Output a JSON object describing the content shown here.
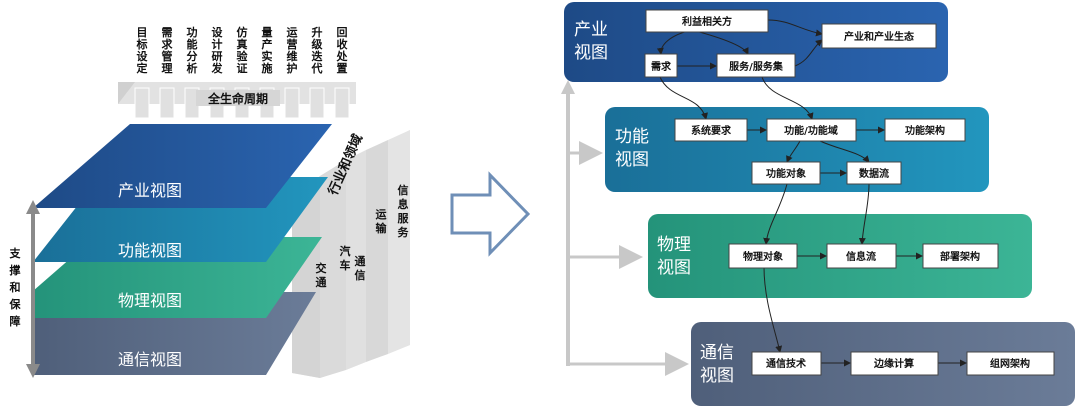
{
  "lifecycle": {
    "title": "全生命周期",
    "stages": [
      "目标设定",
      "需求管理",
      "功能分析",
      "设计研发",
      "仿真验证",
      "量产实施",
      "运营维护",
      "升级迭代",
      "回收处置"
    ]
  },
  "industry": {
    "title": "行业和领域",
    "domains": [
      "交通",
      "汽车",
      "通信",
      "运输",
      "信息服务"
    ]
  },
  "support_label": "支撑和保障",
  "layers": [
    "产业视图",
    "功能视图",
    "物理视图",
    "通信视图"
  ],
  "colors": {
    "industry": "#1f4e8c",
    "function": "#1b7fa6",
    "physical": "#2fa58a",
    "comm": "#566884"
  },
  "views": [
    {
      "title": [
        "产业",
        "视图"
      ],
      "nodes": [
        "利益相关方",
        "产业和产业生态",
        "需求",
        "服务/服务集"
      ]
    },
    {
      "title": [
        "功能",
        "视图"
      ],
      "nodes": [
        "系统要求",
        "功能/功能域",
        "功能架构",
        "功能对象",
        "数据流"
      ]
    },
    {
      "title": [
        "物理",
        "视图"
      ],
      "nodes": [
        "物理对象",
        "信息流",
        "部署架构"
      ]
    },
    {
      "title": [
        "通信",
        "视图"
      ],
      "nodes": [
        "通信技术",
        "边缘计算",
        "组网架构"
      ]
    }
  ]
}
